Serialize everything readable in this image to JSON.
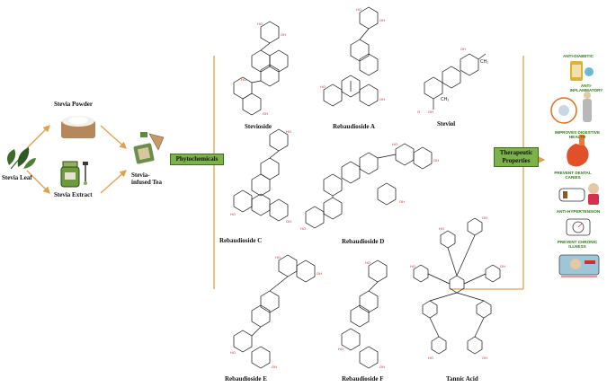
{
  "source": {
    "leaf_label": "Stevia Leaf",
    "powder_label": "Stevia Powder",
    "extract_label": "Stevia Extract",
    "tea_label": "Stevia-infused Tea"
  },
  "badges": {
    "phytochemicals": "Phytochemicals",
    "therapeutic": "Therapeutic Properties"
  },
  "compounds": [
    "Stevioside",
    "Rebaudioside A",
    "Steviol",
    "Rebaudioside C",
    "Rebaudioside D",
    "Rebaudioside E",
    "Rebaudioside F",
    "Tannic Acid"
  ],
  "benefits": [
    "ANTI-DIABETIC",
    "ANTI-INFLAMMATORY",
    "IMPROVES DIGESTIVE HEALTH",
    "PREVENT DENTAL CARIES",
    "ANTI-HYPERTENSION",
    "PREVENT CHRONIC ILLNESS"
  ],
  "colors": {
    "arrow": "#e3a04a",
    "badge_fill": "#7db24a",
    "benefit_text": "#2f7a1a",
    "structure_red": "#d0302a"
  }
}
